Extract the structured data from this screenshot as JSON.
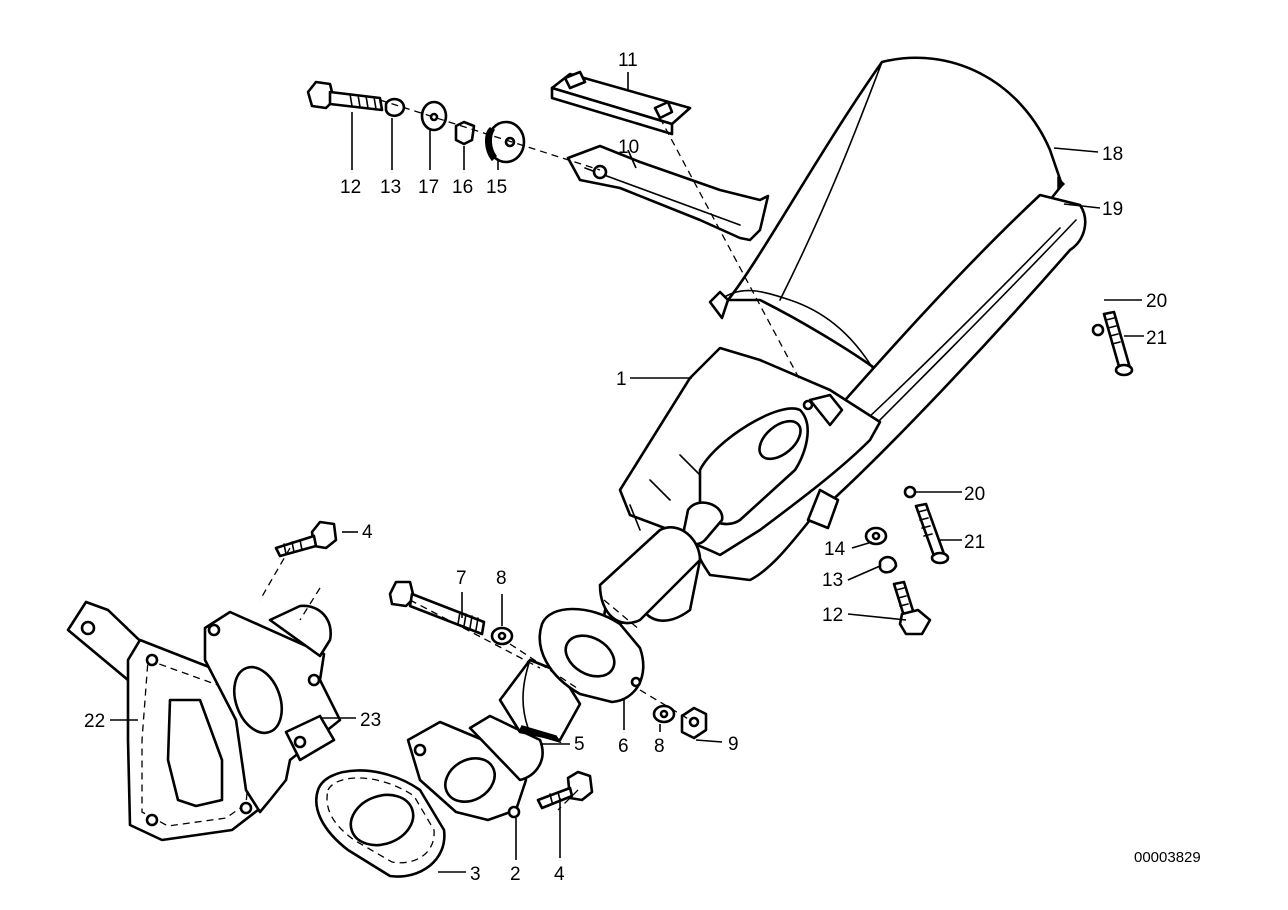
{
  "callouts": [
    {
      "id": "c1",
      "text": "1"
    },
    {
      "id": "c2",
      "text": "2"
    },
    {
      "id": "c3",
      "text": "3"
    },
    {
      "id": "c4a",
      "text": "4"
    },
    {
      "id": "c4b",
      "text": "4"
    },
    {
      "id": "c5",
      "text": "5"
    },
    {
      "id": "c6",
      "text": "6"
    },
    {
      "id": "c7",
      "text": "7"
    },
    {
      "id": "c8a",
      "text": "8"
    },
    {
      "id": "c8b",
      "text": "8"
    },
    {
      "id": "c9",
      "text": "9"
    },
    {
      "id": "c10",
      "text": "10"
    },
    {
      "id": "c11",
      "text": "11"
    },
    {
      "id": "c12a",
      "text": "12"
    },
    {
      "id": "c12b",
      "text": "12"
    },
    {
      "id": "c13a",
      "text": "13"
    },
    {
      "id": "c13b",
      "text": "13"
    },
    {
      "id": "c14",
      "text": "14"
    },
    {
      "id": "c15",
      "text": "15"
    },
    {
      "id": "c16",
      "text": "16"
    },
    {
      "id": "c17",
      "text": "17"
    },
    {
      "id": "c18",
      "text": "18"
    },
    {
      "id": "c19",
      "text": "19"
    },
    {
      "id": "c20a",
      "text": "20"
    },
    {
      "id": "c20b",
      "text": "20"
    },
    {
      "id": "c21a",
      "text": "21"
    },
    {
      "id": "c21b",
      "text": "21"
    },
    {
      "id": "c22",
      "text": "22"
    },
    {
      "id": "c23",
      "text": "23"
    }
  ],
  "reference_number": "00003829"
}
